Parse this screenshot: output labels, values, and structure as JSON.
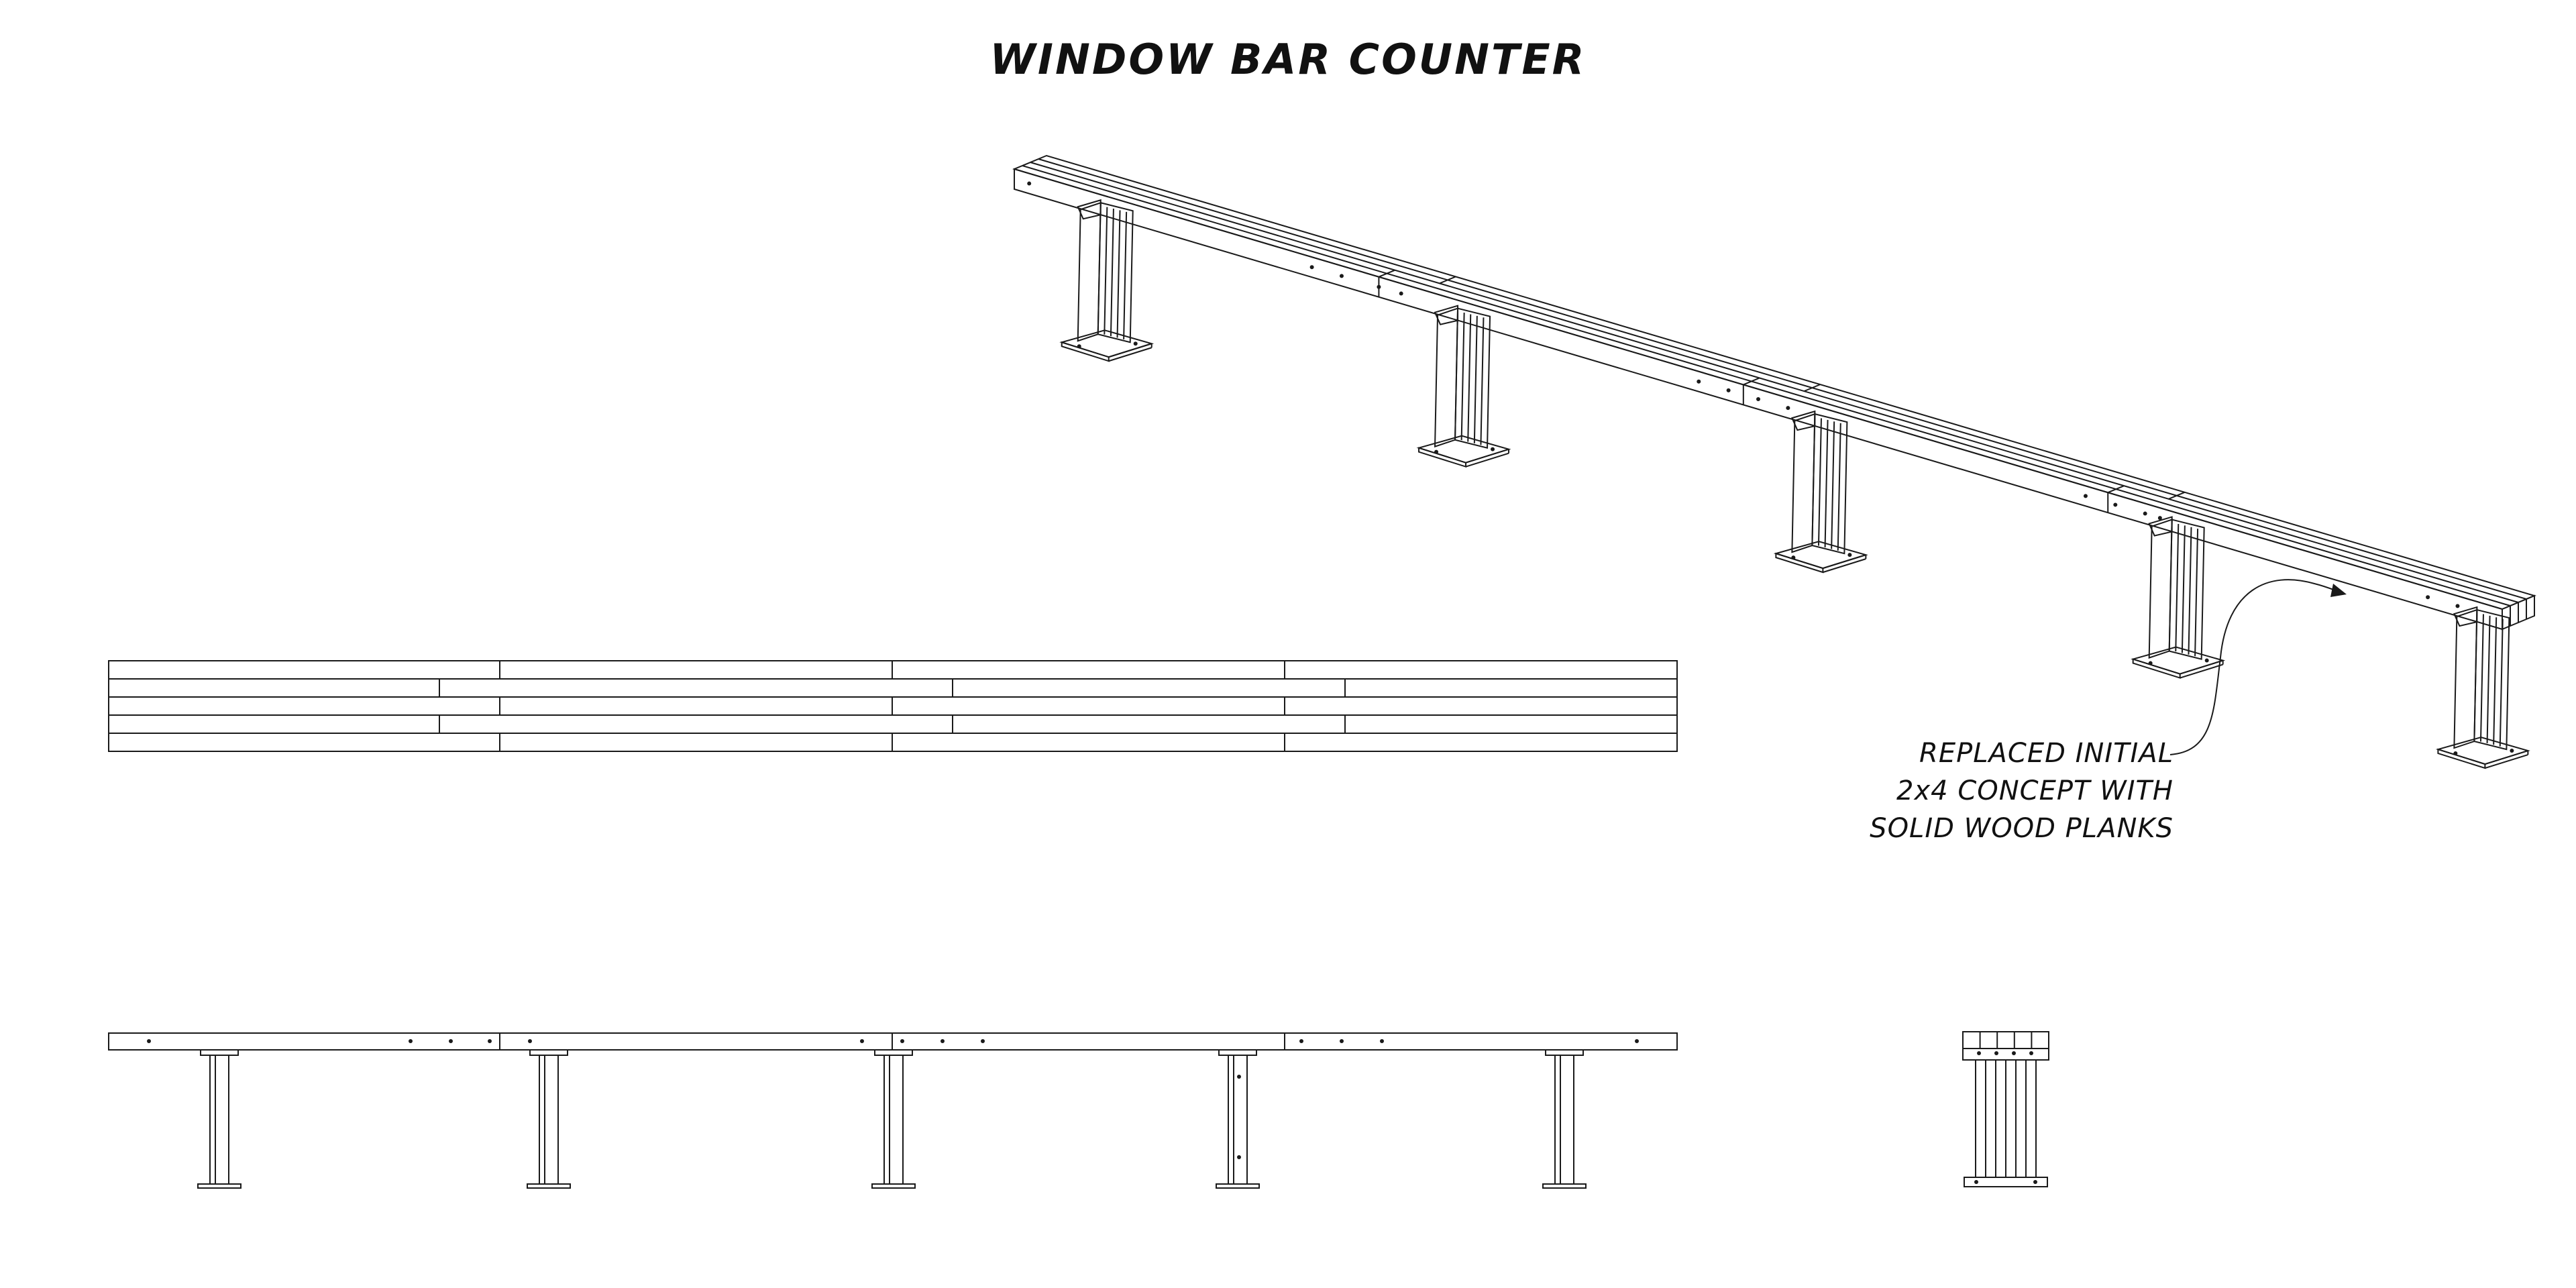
{
  "title": "WINDOW BAR COUNTER",
  "annotation": {
    "lines": [
      "REPLACED INITIAL",
      "2x4 CONCEPT WITH",
      "SOLID WOOD PLANKS"
    ]
  },
  "views": {
    "isometric": {
      "supports": 5,
      "planks": 4
    },
    "top": {
      "planks": 5,
      "sections": 4
    },
    "front": {
      "supports": 5
    },
    "side": {
      "slats": 5
    }
  },
  "colors": {
    "line": "#1a1a1a",
    "background": "#ffffff"
  }
}
